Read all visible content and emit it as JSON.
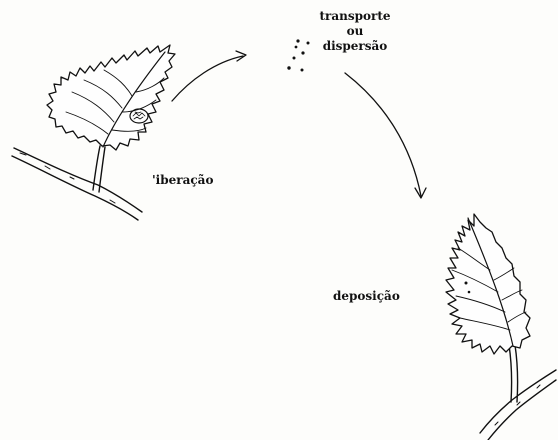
{
  "labels": {
    "transport_line1": "transporte",
    "transport_line2": "ou",
    "transport_line3": "dispersão",
    "liberation": "'iberação",
    "deposition": "deposição"
  },
  "colors": {
    "ink": "#111111",
    "paper": "#fdfdfb"
  }
}
